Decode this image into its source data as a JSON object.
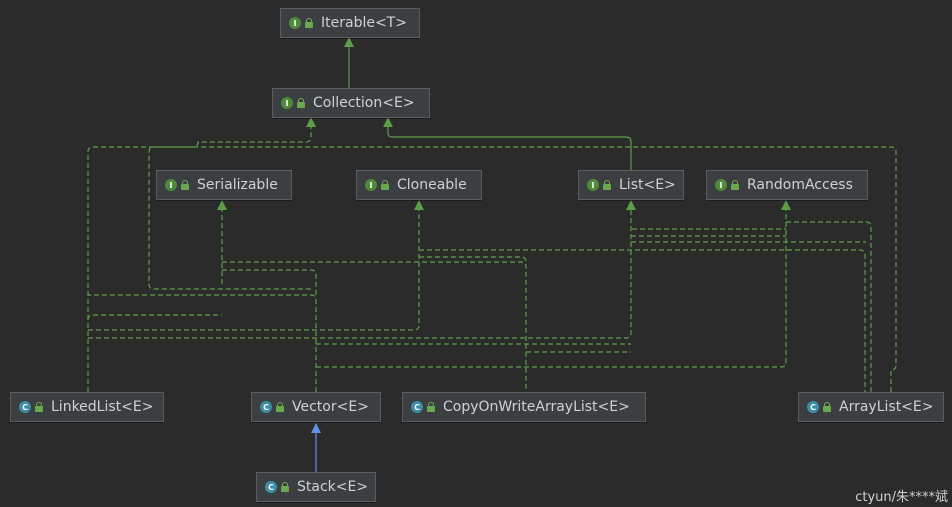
{
  "nodes": {
    "iterable": {
      "label": "Iterable<T>",
      "kind": "I"
    },
    "collection": {
      "label": "Collection<E>",
      "kind": "I"
    },
    "serializable": {
      "label": "Serializable",
      "kind": "I"
    },
    "cloneable": {
      "label": "Cloneable",
      "kind": "I"
    },
    "list": {
      "label": "List<E>",
      "kind": "I"
    },
    "random_access": {
      "label": "RandomAccess",
      "kind": "I"
    },
    "linked_list": {
      "label": "LinkedList<E>",
      "kind": "C"
    },
    "vector": {
      "label": "Vector<E>",
      "kind": "C"
    },
    "copy_on_write": {
      "label": "CopyOnWriteArrayList<E>",
      "kind": "C"
    },
    "array_list": {
      "label": "ArrayList<E>",
      "kind": "C"
    },
    "stack": {
      "label": "Stack<E>",
      "kind": "C"
    }
  },
  "colors": {
    "implements_edge": "#5c9e48",
    "extends_edge": "#5d94e6",
    "background": "#2b2b2b"
  },
  "watermark": "ctyun/朱****斌"
}
